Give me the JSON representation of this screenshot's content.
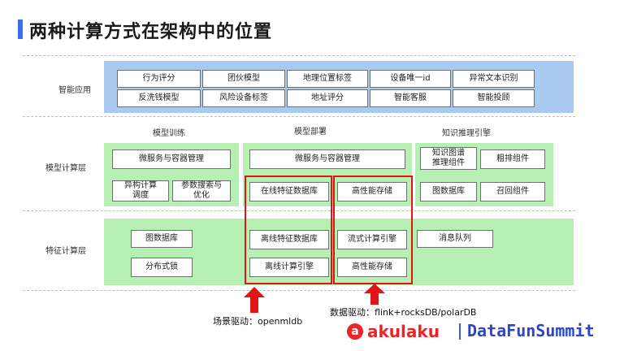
{
  "title": "两种计算方式在架构中的位置",
  "rows": {
    "app": "智能应用",
    "model": "模型计算层",
    "feature": "特征计算层"
  },
  "app_boxes": [
    "行为评分",
    "团伙模型",
    "地理位置标签",
    "设备唯一id",
    "异常文本识别",
    "反洗钱模型",
    "风险设备标签",
    "地址评分",
    "智能客服",
    "智能投顾"
  ],
  "model_sections": {
    "training": "模型训练",
    "deploy": "模型部署",
    "kg": "知识推理引擎"
  },
  "training_boxes": [
    "微服务与容器管理",
    "异构计算\n调度",
    "参数搜索与\n优化"
  ],
  "deploy_boxes": [
    "微服务与容器管理",
    "在线特征数据库",
    "高性能存储"
  ],
  "kg_boxes": [
    "知识图谱\n推理组件",
    "粗排组件",
    "图数据库",
    "召回组件"
  ],
  "feature_boxes": [
    "图数据库",
    "分布式锁",
    "离线特征数据库",
    "离线计算引擎",
    "流式计算引擎",
    "高性能存储",
    "消息队列"
  ],
  "captions": {
    "scene": "场景驱动：openmldb",
    "data": "数据驱动：flink+rocksDB/polarDB"
  },
  "logo": {
    "akulaku": "akulaku",
    "datafun": "DataFunSummit"
  },
  "colors": {
    "blue_band": "#a9cbf2",
    "green_band": "#b7f0b3",
    "highlight": "#e01616",
    "accent": "#3c6ef0"
  }
}
